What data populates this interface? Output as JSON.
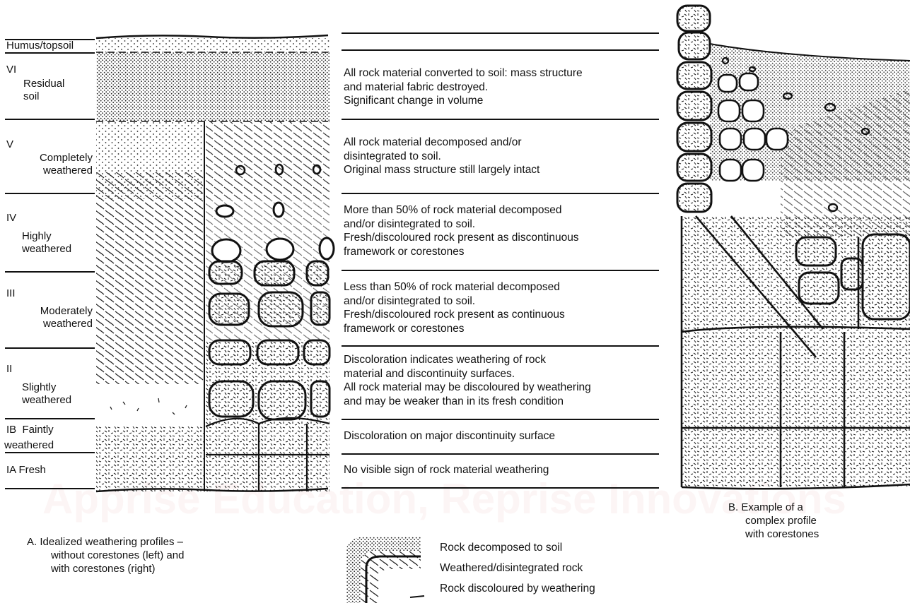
{
  "profile_a": {
    "zones": [
      {
        "label": "Humus/topsoil",
        "grade": "",
        "description": []
      },
      {
        "label": "VI",
        "name": "Residual\nsoil",
        "description": [
          "All rock material converted to soil: mass structure",
          "and material fabric destroyed.",
          "Significant change in volume"
        ]
      },
      {
        "label": "V",
        "name": "Completely\nweathered",
        "description": [
          "All rock material decomposed and/or",
          "disintegrated to soil.",
          "Original mass structure still largely intact"
        ]
      },
      {
        "label": "IV",
        "name": "Highly\nweathered",
        "description": [
          "More than 50% of rock material decomposed",
          "and/or disintegrated to soil.",
          "Fresh/discoloured rock present as discontinuous",
          "framework or corestones"
        ]
      },
      {
        "label": "III",
        "name": "Moderately\nweathered",
        "description": [
          "Less than 50% of rock material decomposed",
          "and/or disintegrated to soil.",
          "Fresh/discoloured rock present as continuous",
          "framework or corestones"
        ]
      },
      {
        "label": "II",
        "name": "Slightly\nweathered",
        "description": [
          "Discoloration indicates weathering of rock",
          "material and discontinuity surfaces.",
          "All rock material may be discoloured by weathering",
          "and may be weaker than in its fresh condition"
        ]
      },
      {
        "label": "IB  Faintly",
        "name": "weathered",
        "description": [
          "Discoloration on major discontinuity surface"
        ]
      },
      {
        "label": "IA Fresh",
        "name": "",
        "description": [
          "No visible sign of rock material weathering"
        ]
      }
    ],
    "caption": [
      "A.  Idealized weathering profiles –",
      "without corestones (left) and",
      "with corestones (right)"
    ]
  },
  "profile_b": {
    "caption": [
      "B.  Example of a",
      "complex profile",
      "with corestones"
    ]
  },
  "legend": [
    {
      "label": "Rock decomposed to soil",
      "pattern": "stipple"
    },
    {
      "label": "Weathered/disintegrated rock",
      "pattern": "hatch"
    },
    {
      "label": "Rock discoloured by weathering",
      "pattern": "thick-line"
    }
  ],
  "watermark": "Apprise Education, Reprise Innovations"
}
